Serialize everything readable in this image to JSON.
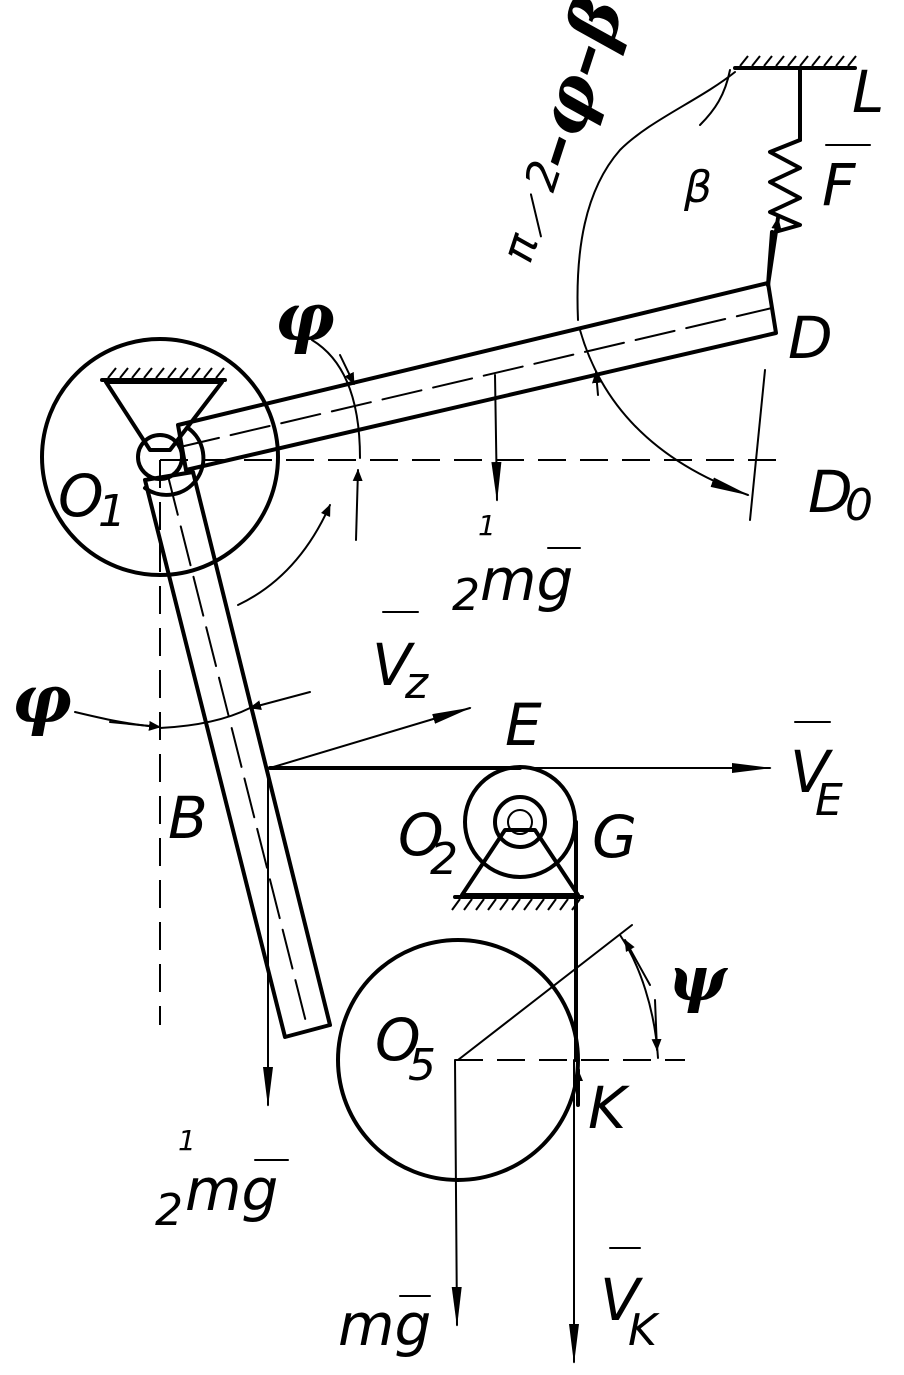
{
  "labels": {
    "L": "L",
    "F": "F",
    "beta": "β",
    "angle_expr_pi": "π",
    "angle_expr_2": "2",
    "angle_expr_rest": "–φ–β",
    "phi_top": "φ",
    "D": "D",
    "D0": "D",
    "D0_sub": "0",
    "O1": "O",
    "O1_sub": "1",
    "half_mg_top_num": "1",
    "half_mg_top_den": "2",
    "half_mg_top_body": "mg",
    "Vz": "V",
    "Vz_sub": "z",
    "phi_left": "φ",
    "E": "E",
    "VE": "V",
    "VE_sub": "E",
    "B": "B",
    "O2": "O",
    "O2_sub": "2",
    "G": "G",
    "psi": "ψ",
    "O5": "O",
    "O5_sub": "5",
    "K": "K",
    "half_mg_bot_num": "1",
    "half_mg_bot_den": "2",
    "half_mg_bot_body": "mg",
    "mg": "mg",
    "VK": "V",
    "VK_sub": "K"
  }
}
